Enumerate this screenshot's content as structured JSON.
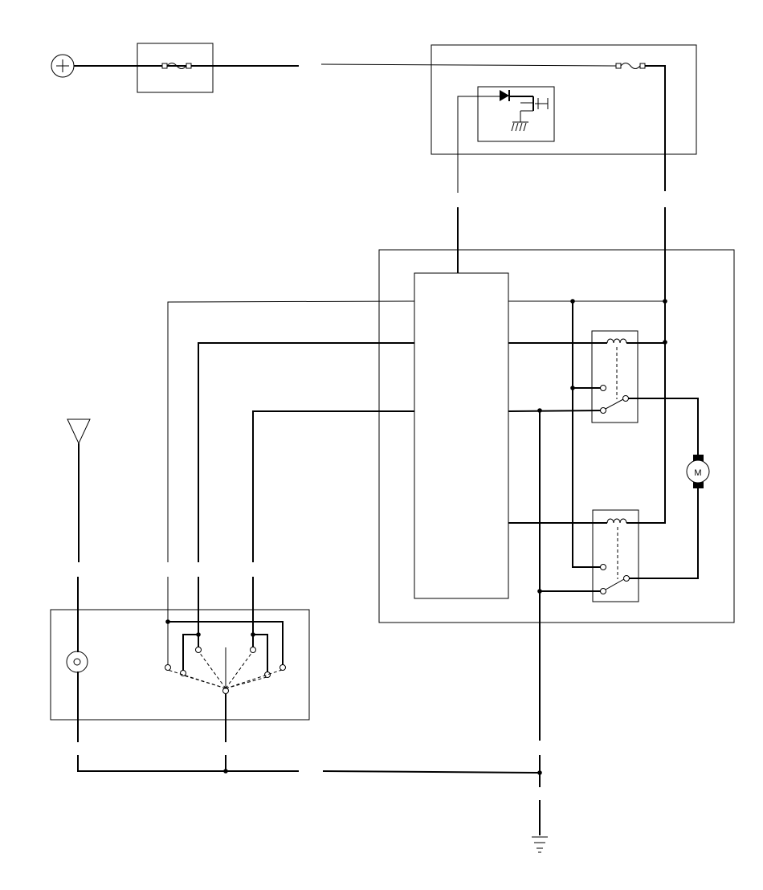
{
  "diagram": {
    "motor_label": "M",
    "colors": {
      "line": "#000000",
      "background": "#ffffff"
    },
    "symbols": [
      "battery-positive",
      "fuse",
      "diode",
      "transistor",
      "ground",
      "relay-coil",
      "relay-switch",
      "motor",
      "antenna",
      "indicator-lamp",
      "rotary-switch"
    ]
  }
}
